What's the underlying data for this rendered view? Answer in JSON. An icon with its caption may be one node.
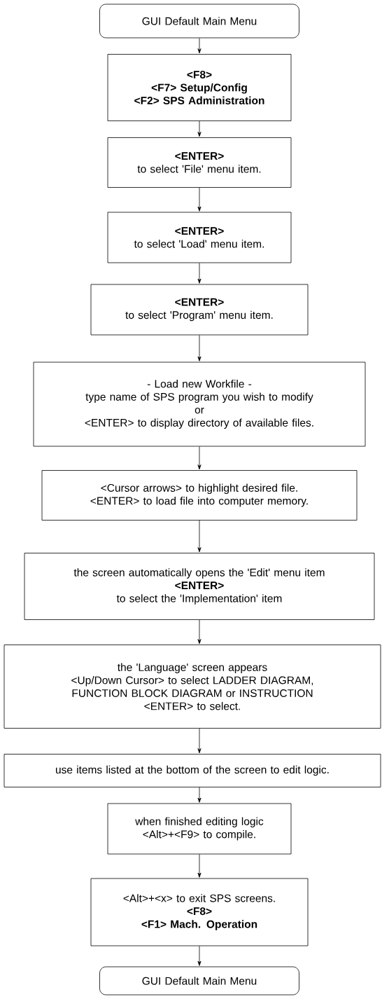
{
  "diagram": {
    "nodes": [
      {
        "text": [
          "GUI Default Main Menu"
        ]
      },
      {
        "text": [
          "<F8>",
          "<F7> Setup/Config",
          "<F2> SPS Administration"
        ]
      },
      {
        "text": [
          "<ENTER>",
          "to select 'File' menu item."
        ]
      },
      {
        "text": [
          "<ENTER>",
          "to select 'Load' menu item."
        ]
      },
      {
        "text": [
          "<ENTER>",
          "to select 'Program' menu item."
        ]
      },
      {
        "text": [
          "- Load new Workfile -",
          "type name of SPS program you wish to modify",
          "or",
          "<ENTER> to display directory of available files."
        ]
      },
      {
        "text": [
          "<Cursor arrows> to highlight desired file.",
          "<ENTER> to load file into computer memory."
        ]
      },
      {
        "text": [
          "the screen automatically opens the 'Edit' menu item",
          "<ENTER>",
          "to select the 'Implementation' item"
        ]
      },
      {
        "text": [
          "the 'Language' screen appears",
          "<Up/Down Cursor> to select LADDER DIAGRAM, FUNCTION BLOCK DIAGRAM or INSTRUCTION",
          "<ENTER> to select."
        ]
      },
      {
        "text": [
          "use items listed at the bottom of the screen to edit logic."
        ]
      },
      {
        "text": [
          "when finished editing logic",
          "<Alt>+<F9> to compile."
        ]
      },
      {
        "text": [
          "<Alt>+<x> to exit SPS screens.",
          "<F8>",
          "<F1> Mach. Operation"
        ]
      },
      {
        "text": [
          "GUI Default Main Menu"
        ]
      }
    ],
    "edges": [
      {
        "from": 0,
        "to": 1,
        "arrow": "to"
      },
      {
        "from": 1,
        "to": 2,
        "arrow": "to"
      },
      {
        "from": 2,
        "to": 3,
        "arrow": "to"
      },
      {
        "from": 3,
        "to": 4,
        "arrow": "to"
      },
      {
        "from": 4,
        "to": 5,
        "arrow": "to"
      },
      {
        "from": 5,
        "to": 6,
        "arrow": "to"
      },
      {
        "from": 6,
        "to": 7,
        "arrow": "to"
      },
      {
        "from": 7,
        "to": 8,
        "arrow": "to"
      },
      {
        "from": 8,
        "to": 9,
        "arrow": "to"
      },
      {
        "from": 9,
        "to": 10,
        "arrow": "to"
      },
      {
        "from": 10,
        "to": 11,
        "arrow": "to"
      },
      {
        "from": 11,
        "to": 12,
        "arrow": "to"
      }
    ]
  }
}
